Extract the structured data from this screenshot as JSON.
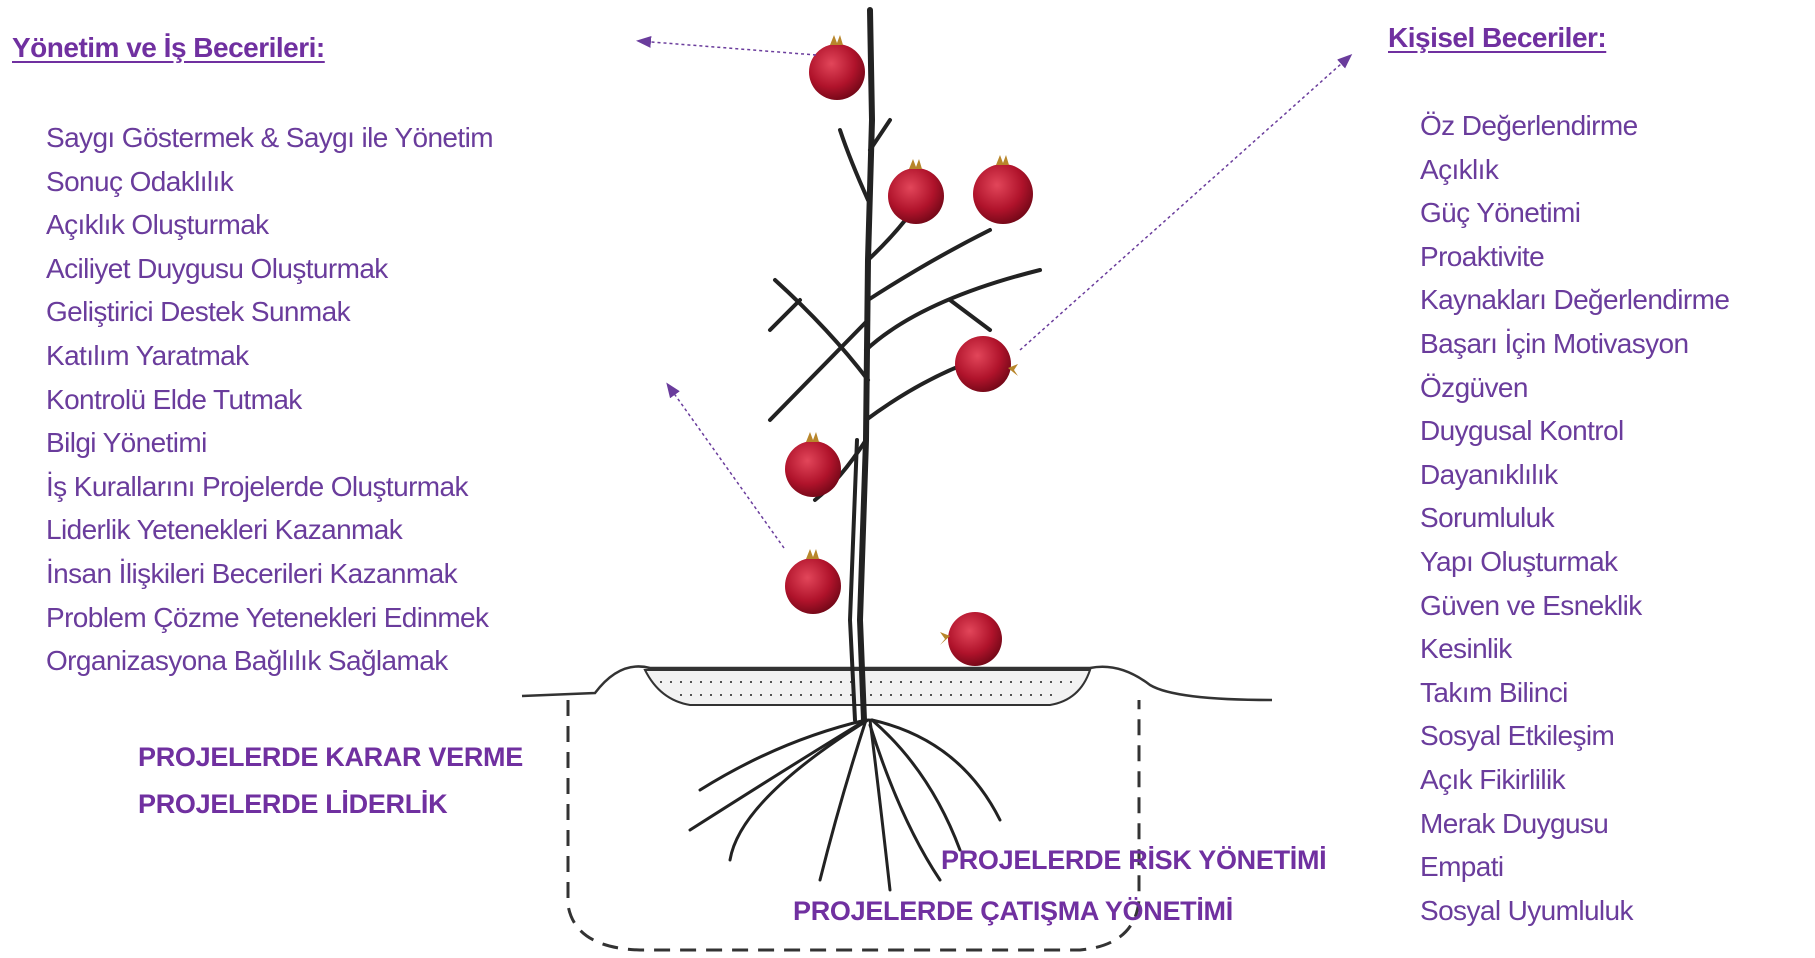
{
  "left_section": {
    "heading": "Yönetim ve İş Becerileri:",
    "items": [
      "Saygı Göstermek & Saygı ile Yönetim",
      "Sonuç Odaklılık",
      "Açıklık Oluşturmak",
      "Aciliyet Duygusu Oluşturmak",
      "Geliştirici Destek Sunmak",
      "Katılım Yaratmak",
      "Kontrolü Elde Tutmak",
      "Bilgi Yönetimi",
      "İş Kurallarını Projelerde Oluşturmak",
      "Liderlik Yetenekleri Kazanmak",
      "İnsan İlişkileri Becerileri Kazanmak",
      "Problem Çözme Yetenekleri Edinmek",
      "Organizasyona Bağlılık Sağlamak"
    ]
  },
  "right_section": {
    "heading": "Kişisel Beceriler:",
    "items": [
      "Öz Değerlendirme",
      "Açıklık",
      "Güç Yönetimi",
      "Proaktivite",
      "Kaynakları Değerlendirme",
      "Başarı İçin Motivasyon",
      "Özgüven",
      "Duygusal Kontrol",
      "Dayanıklılık",
      "Sorumluluk",
      "Yapı Oluşturmak",
      "Güven ve Esneklik",
      "Kesinlik",
      "Takım Bilinci",
      "Sosyal Etkileşim",
      "Açık Fikirlilik",
      "Merak Duygusu",
      "Empati",
      "Sosyal Uyumluluk"
    ]
  },
  "root_labels": {
    "decision": "PROJELERDE KARAR VERME",
    "leadership": "PROJELERDE LİDERLİK",
    "risk": "PROJELERDE RİSK YÖNETİMİ",
    "conflict": "PROJELERDE ÇATIŞMA YÖNETİMİ"
  },
  "colors": {
    "heading": "#7030a0",
    "text": "#6a3c9c",
    "fruit": "#b0132b"
  }
}
